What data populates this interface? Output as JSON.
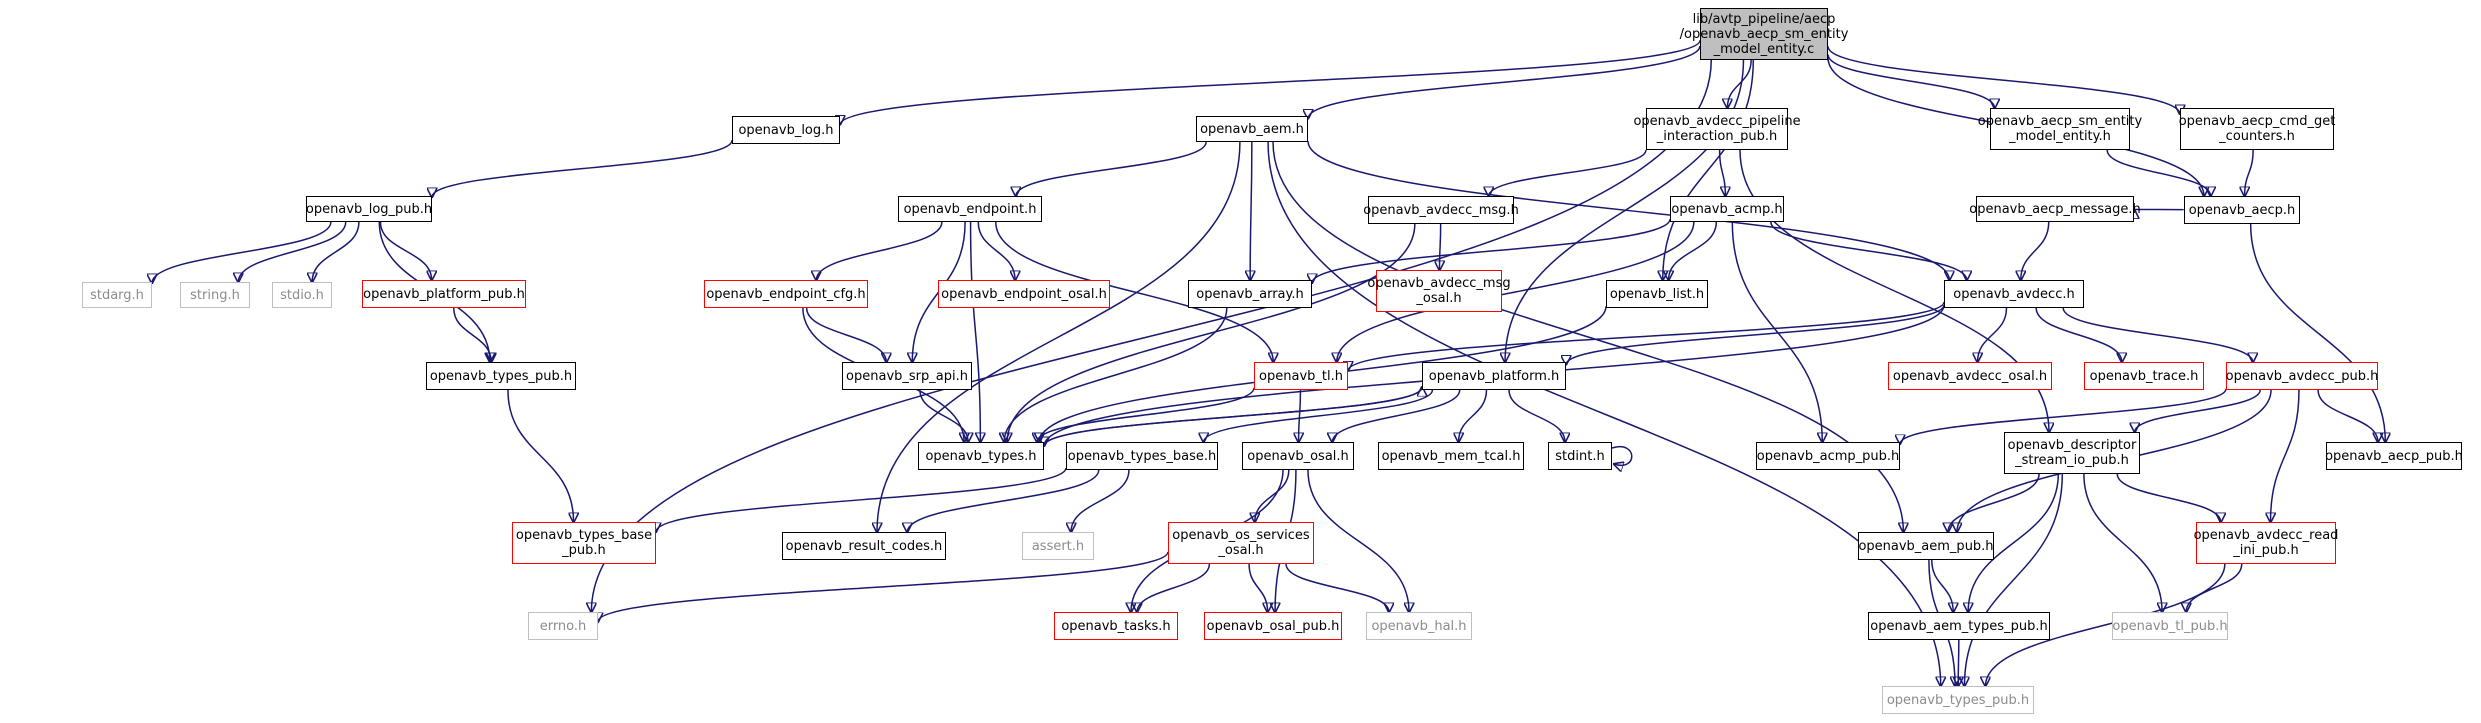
{
  "graph": {
    "type": "include-dependency-graph",
    "colors": {
      "edge": "#191970",
      "node_border": "#000000",
      "external_border": "#bfbfbf",
      "external_text": "#8c8c8c",
      "truncated_border": "#ff0000",
      "root_fill": "#bfbfbf"
    },
    "nodes": {
      "root": "lib/avtp_pipeline/aecp\n/openavb_aecp_sm_entity\n_model_entity.c",
      "log": "openavb_log.h",
      "aem": "openavb_aem.h",
      "pipeline": "openavb_avdecc_pipeline\n_interaction_pub.h",
      "aecp_sm": "openavb_aecp_sm_entity\n_model_entity.h",
      "cmd_get": "openavb_aecp_cmd_get\n_counters.h",
      "log_pub": "openavb_log_pub.h",
      "endpoint": "openavb_endpoint.h",
      "avdecc_msg": "openavb_avdecc_msg.h",
      "acmp": "openavb_acmp.h",
      "aecp_message": "openavb_aecp_message.h",
      "aecp": "openavb_aecp.h",
      "stdarg": "stdarg.h",
      "string": "string.h",
      "stdio": "stdio.h",
      "platform_pub": "openavb_platform_pub.h",
      "endpoint_cfg": "openavb_endpoint_cfg.h",
      "endpoint_osal": "openavb_endpoint_osal.h",
      "array": "openavb_array.h",
      "avdecc_msg_osal": "openavb_avdecc_msg\n_osal.h",
      "list": "openavb_list.h",
      "avdecc": "openavb_avdecc.h",
      "types_pub": "openavb_types_pub.h",
      "srp_api": "openavb_srp_api.h",
      "tl": "openavb_tl.h",
      "platform": "openavb_platform.h",
      "avdecc_osal": "openavb_avdecc_osal.h",
      "trace": "openavb_trace.h",
      "avdecc_pub": "openavb_avdecc_pub.h",
      "types": "openavb_types.h",
      "types_base": "openavb_types_base.h",
      "osal": "openavb_osal.h",
      "mem_tcal": "openavb_mem_tcal.h",
      "stdint": "stdint.h",
      "acmp_pub": "openavb_acmp_pub.h",
      "descriptor_stream": "openavb_descriptor\n_stream_io_pub.h",
      "aecp_pub": "openavb_aecp_pub.h",
      "types_base_pub": "openavb_types_base\n_pub.h",
      "result_codes": "openavb_result_codes.h",
      "assert": "assert.h",
      "os_services_osal": "openavb_os_services\n_osal.h",
      "aem_pub": "openavb_aem_pub.h",
      "avdecc_read_ini": "openavb_avdecc_read\n_ini_pub.h",
      "errno": "errno.h",
      "tasks": "openavb_tasks.h",
      "osal_pub": "openavb_osal_pub.h",
      "hal": "openavb_hal.h",
      "aem_types_pub": "openavb_aem_types_pub.h",
      "tl_pub": "openavb_tl_pub.h",
      "types_pub_bottom": "openavb_types_pub.h"
    }
  }
}
